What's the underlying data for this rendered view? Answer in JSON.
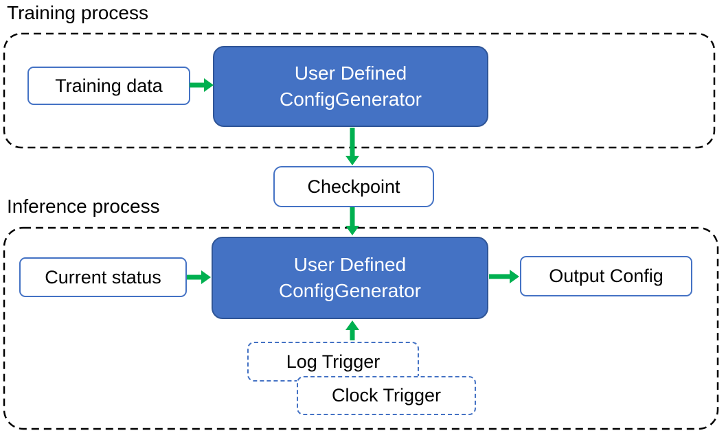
{
  "colors": {
    "accent_blue": "#4472C4",
    "accent_blue_dark": "#2F5597",
    "arrow_green": "#00B050",
    "container_border": "#000000",
    "text": "#000000",
    "box_text_light": "#FFFFFF"
  },
  "training": {
    "label": "Training process",
    "input_label": "Training data",
    "generator": {
      "line1": "User Defined",
      "line2": "ConfigGenerator"
    }
  },
  "checkpoint": {
    "label": "Checkpoint"
  },
  "inference": {
    "label": "Inference process",
    "input_label": "Current status",
    "generator": {
      "line1": "User Defined",
      "line2": "ConfigGenerator"
    },
    "output_label": "Output Config",
    "triggers": {
      "log": "Log Trigger",
      "clock": "Clock Trigger"
    }
  }
}
